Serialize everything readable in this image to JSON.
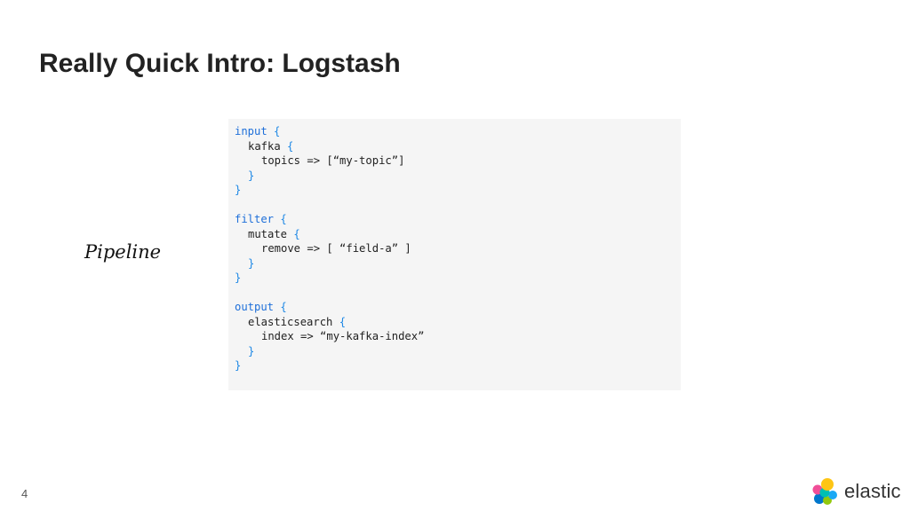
{
  "slide": {
    "title": "Really Quick Intro: Logstash",
    "side_label": "Pipeline",
    "page_number": "4"
  },
  "code": {
    "lines": [
      [
        "input ",
        "{"
      ],
      [
        "kafka ",
        "{"
      ],
      [
        "topics => [“my-topic”]",
        ""
      ],
      [
        "",
        "}"
      ],
      [
        "",
        "}"
      ],
      [
        "",
        ""
      ],
      [
        "filter ",
        "{"
      ],
      [
        "mutate ",
        "{"
      ],
      [
        "remove => [ “field-a” ]",
        ""
      ],
      [
        "",
        "}"
      ],
      [
        "",
        "}"
      ],
      [
        "",
        ""
      ],
      [
        "output ",
        "{"
      ],
      [
        "elasticsearch ",
        "{"
      ],
      [
        "index => “my-kafka-index”",
        ""
      ],
      [
        "",
        "}"
      ],
      [
        "",
        "}"
      ]
    ]
  },
  "brand": {
    "name": "elastic",
    "logo_icon": "elastic-logo-icon",
    "colors": {
      "yellow": "#FEC514",
      "pink": "#F04E98",
      "teal": "#00BFB3",
      "blue": "#1BA9F5",
      "green": "#93C90E",
      "navy": "#0077CC"
    }
  },
  "colors": {
    "code_background": "#F5F5F5",
    "code_brace": "#1E88E5",
    "code_keyword": "#1E6FD9"
  }
}
